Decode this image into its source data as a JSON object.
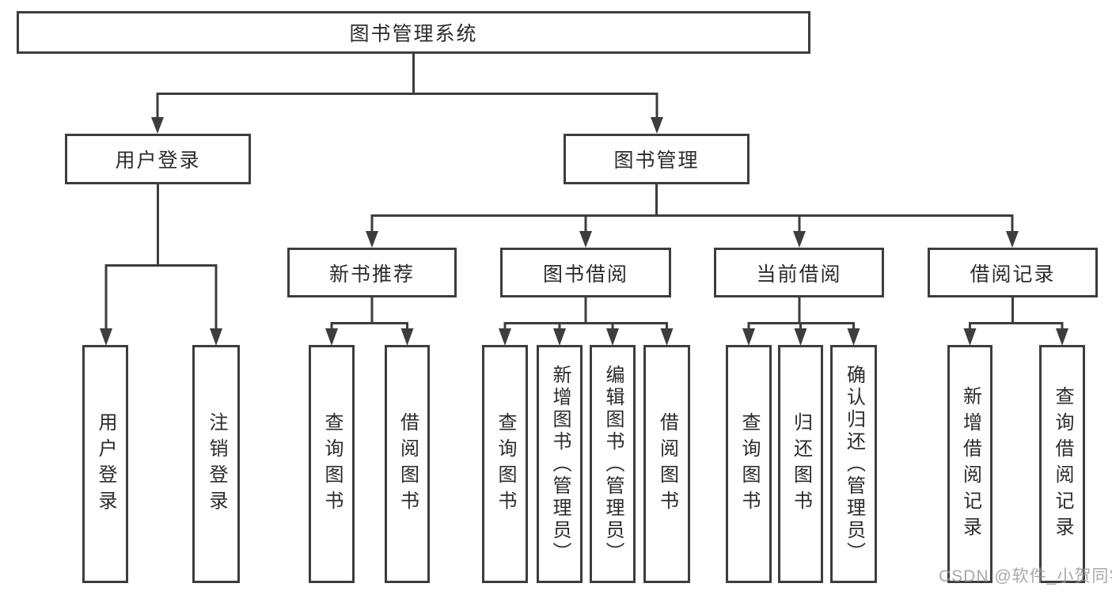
{
  "diagram": {
    "root": "图书管理系统",
    "level2": {
      "user_login": "用户登录",
      "book_mgmt": "图书管理"
    },
    "level3": [
      "新书推荐",
      "图书借阅",
      "当前借阅",
      "借阅记录"
    ],
    "leaves": {
      "user_login": [
        "用户登录",
        "注销登录"
      ],
      "new_book": [
        "查询图书",
        "借阅图书"
      ],
      "book_borrow": [
        "查询图书",
        "新增图书（管理员）",
        "编辑图书（管理员）",
        "借阅图书"
      ],
      "current_borrow": [
        "查询图书",
        "归还图书",
        "确认归还（管理员）"
      ],
      "borrow_records": [
        "新增借阅记录",
        "查询借阅记录"
      ]
    }
  },
  "colors": {
    "line": "#3d3d3d",
    "text": "#2b2b2b",
    "watermark": "#9a9a9a"
  },
  "watermark": "CSDN @软件_小贺同学"
}
